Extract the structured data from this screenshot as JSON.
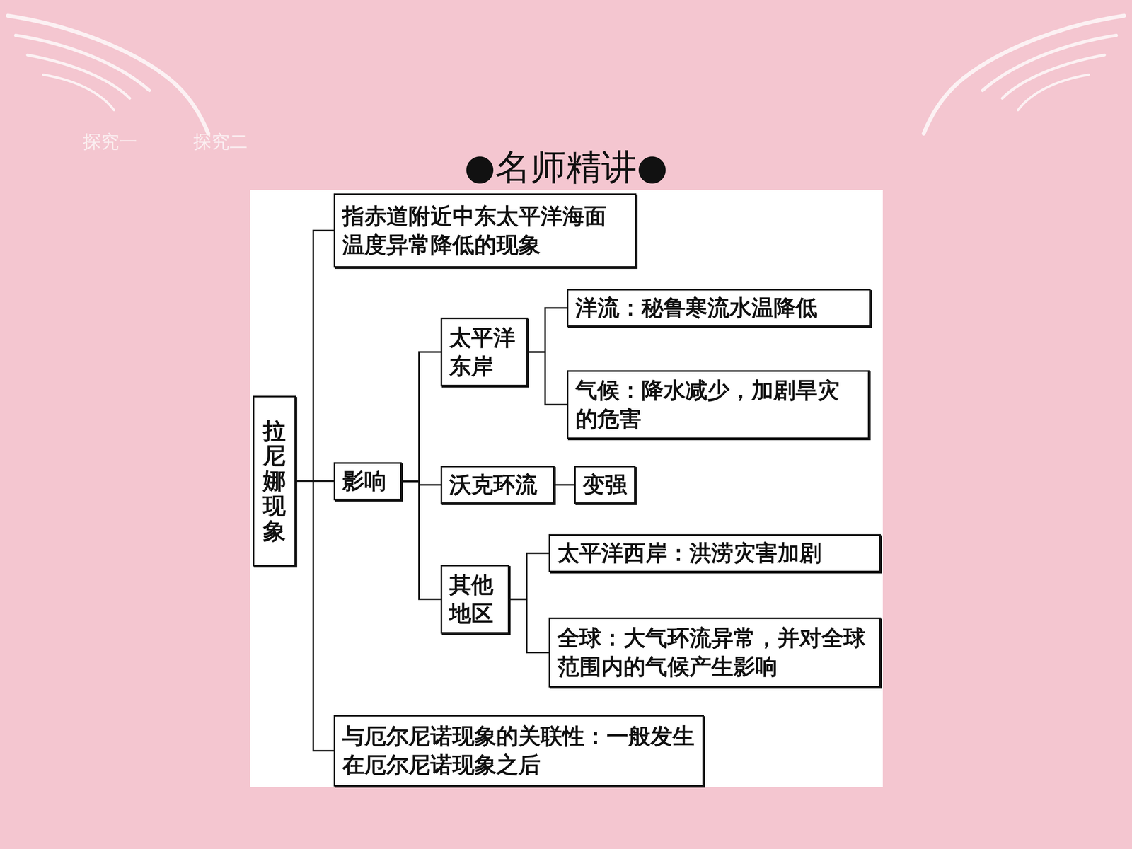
{
  "diagram": {
    "title": "●名师精讲●",
    "nodes": [
      {
        "text": [
          "拉尼娜现象"
        ]
      },
      {
        "text": [
          "指赤道附近中东太平洋海面温度异常降低的现象"
        ]
      },
      {
        "text": [
          "影响"
        ]
      },
      {
        "text": [
          "太平洋东岸"
        ]
      },
      {
        "text": [
          "洋流：秘鲁寒流水温降低"
        ]
      },
      {
        "text": [
          "气候：降水减少，加剧旱灾的危害"
        ]
      },
      {
        "text": [
          "沃克环流"
        ]
      },
      {
        "text": [
          "变强"
        ]
      },
      {
        "text": [
          "其他地区"
        ]
      },
      {
        "text": [
          "太平洋西岸：洪涝灾害加剧"
        ]
      },
      {
        "text": [
          "全球：大气环流异常，并对全球范围内的气候产生影响"
        ]
      },
      {
        "text": [
          "与厄尔尼诺现象的关联性：一般发生在厄尔尼诺现象之后"
        ]
      }
    ],
    "edges": [
      {
        "from": 0,
        "to": 1,
        "arrow": "none"
      },
      {
        "from": 0,
        "to": 2,
        "arrow": "none"
      },
      {
        "from": 0,
        "to": 11,
        "arrow": "none"
      },
      {
        "from": 2,
        "to": 3,
        "arrow": "none"
      },
      {
        "from": 2,
        "to": 6,
        "arrow": "none"
      },
      {
        "from": 2,
        "to": 8,
        "arrow": "none"
      },
      {
        "from": 3,
        "to": 4,
        "arrow": "none"
      },
      {
        "from": 3,
        "to": 5,
        "arrow": "none"
      },
      {
        "from": 6,
        "to": 7,
        "arrow": "none"
      },
      {
        "from": 8,
        "to": 9,
        "arrow": "none"
      },
      {
        "from": 8,
        "to": 10,
        "arrow": "none"
      }
    ],
    "labels": [
      "探究一",
      "探究二"
    ]
  }
}
